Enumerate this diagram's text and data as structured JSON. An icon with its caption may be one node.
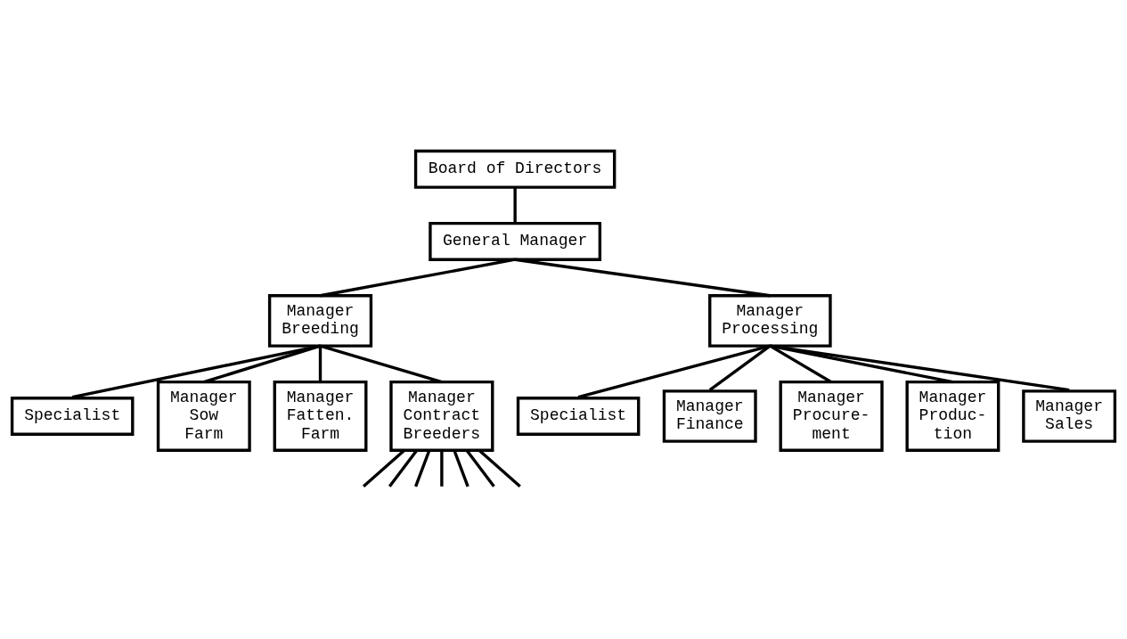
{
  "diagram": {
    "nodes": [
      {
        "text": [
          "Board of Directors"
        ]
      },
      {
        "text": [
          "General Manager"
        ]
      },
      {
        "text": [
          "Manager Breeding"
        ]
      },
      {
        "text": [
          "Manager Processing"
        ]
      },
      {
        "text": [
          "Specialist"
        ]
      },
      {
        "text": [
          "Specialist"
        ]
      },
      {
        "text": [
          "Manager Sow Farm"
        ]
      },
      {
        "text": [
          "Manager Fatten. Farm"
        ]
      },
      {
        "text": [
          "Manager Contract Breeders"
        ]
      },
      {
        "text": [
          "Manager Finance"
        ]
      },
      {
        "text": [
          "Manager Procure- ment"
        ]
      },
      {
        "text": [
          "Manager Produc- tion"
        ]
      },
      {
        "text": [
          "Manager Sales"
        ]
      }
    ],
    "edges": [
      {
        "from": 0,
        "to": 1,
        "arrow": "none"
      },
      {
        "from": 1,
        "to": 2,
        "arrow": "none"
      },
      {
        "from": 1,
        "to": 3,
        "arrow": "none"
      },
      {
        "from": 2,
        "to": 4,
        "arrow": "none"
      },
      {
        "from": 3,
        "to": 5,
        "arrow": "none"
      },
      {
        "from": 2,
        "to": 6,
        "arrow": "none"
      },
      {
        "from": 2,
        "to": 7,
        "arrow": "none"
      },
      {
        "from": 2,
        "to": 8,
        "arrow": "none"
      },
      {
        "from": 3,
        "to": 9,
        "arrow": "none"
      },
      {
        "from": 3,
        "to": 10,
        "arrow": "none"
      },
      {
        "from": 3,
        "to": 11,
        "arrow": "none"
      },
      {
        "from": 3,
        "to": 12,
        "arrow": "none"
      },
      {
        "from": 8,
        "to": null,
        "arrow": "none"
      },
      {
        "from": 8,
        "to": null,
        "arrow": "none"
      },
      {
        "from": 8,
        "to": null,
        "arrow": "none"
      },
      {
        "from": 8,
        "to": null,
        "arrow": "none"
      },
      {
        "from": 8,
        "to": null,
        "arrow": "none"
      },
      {
        "from": 8,
        "to": null,
        "arrow": "none"
      },
      {
        "from": 8,
        "to": null,
        "arrow": "none"
      }
    ]
  }
}
